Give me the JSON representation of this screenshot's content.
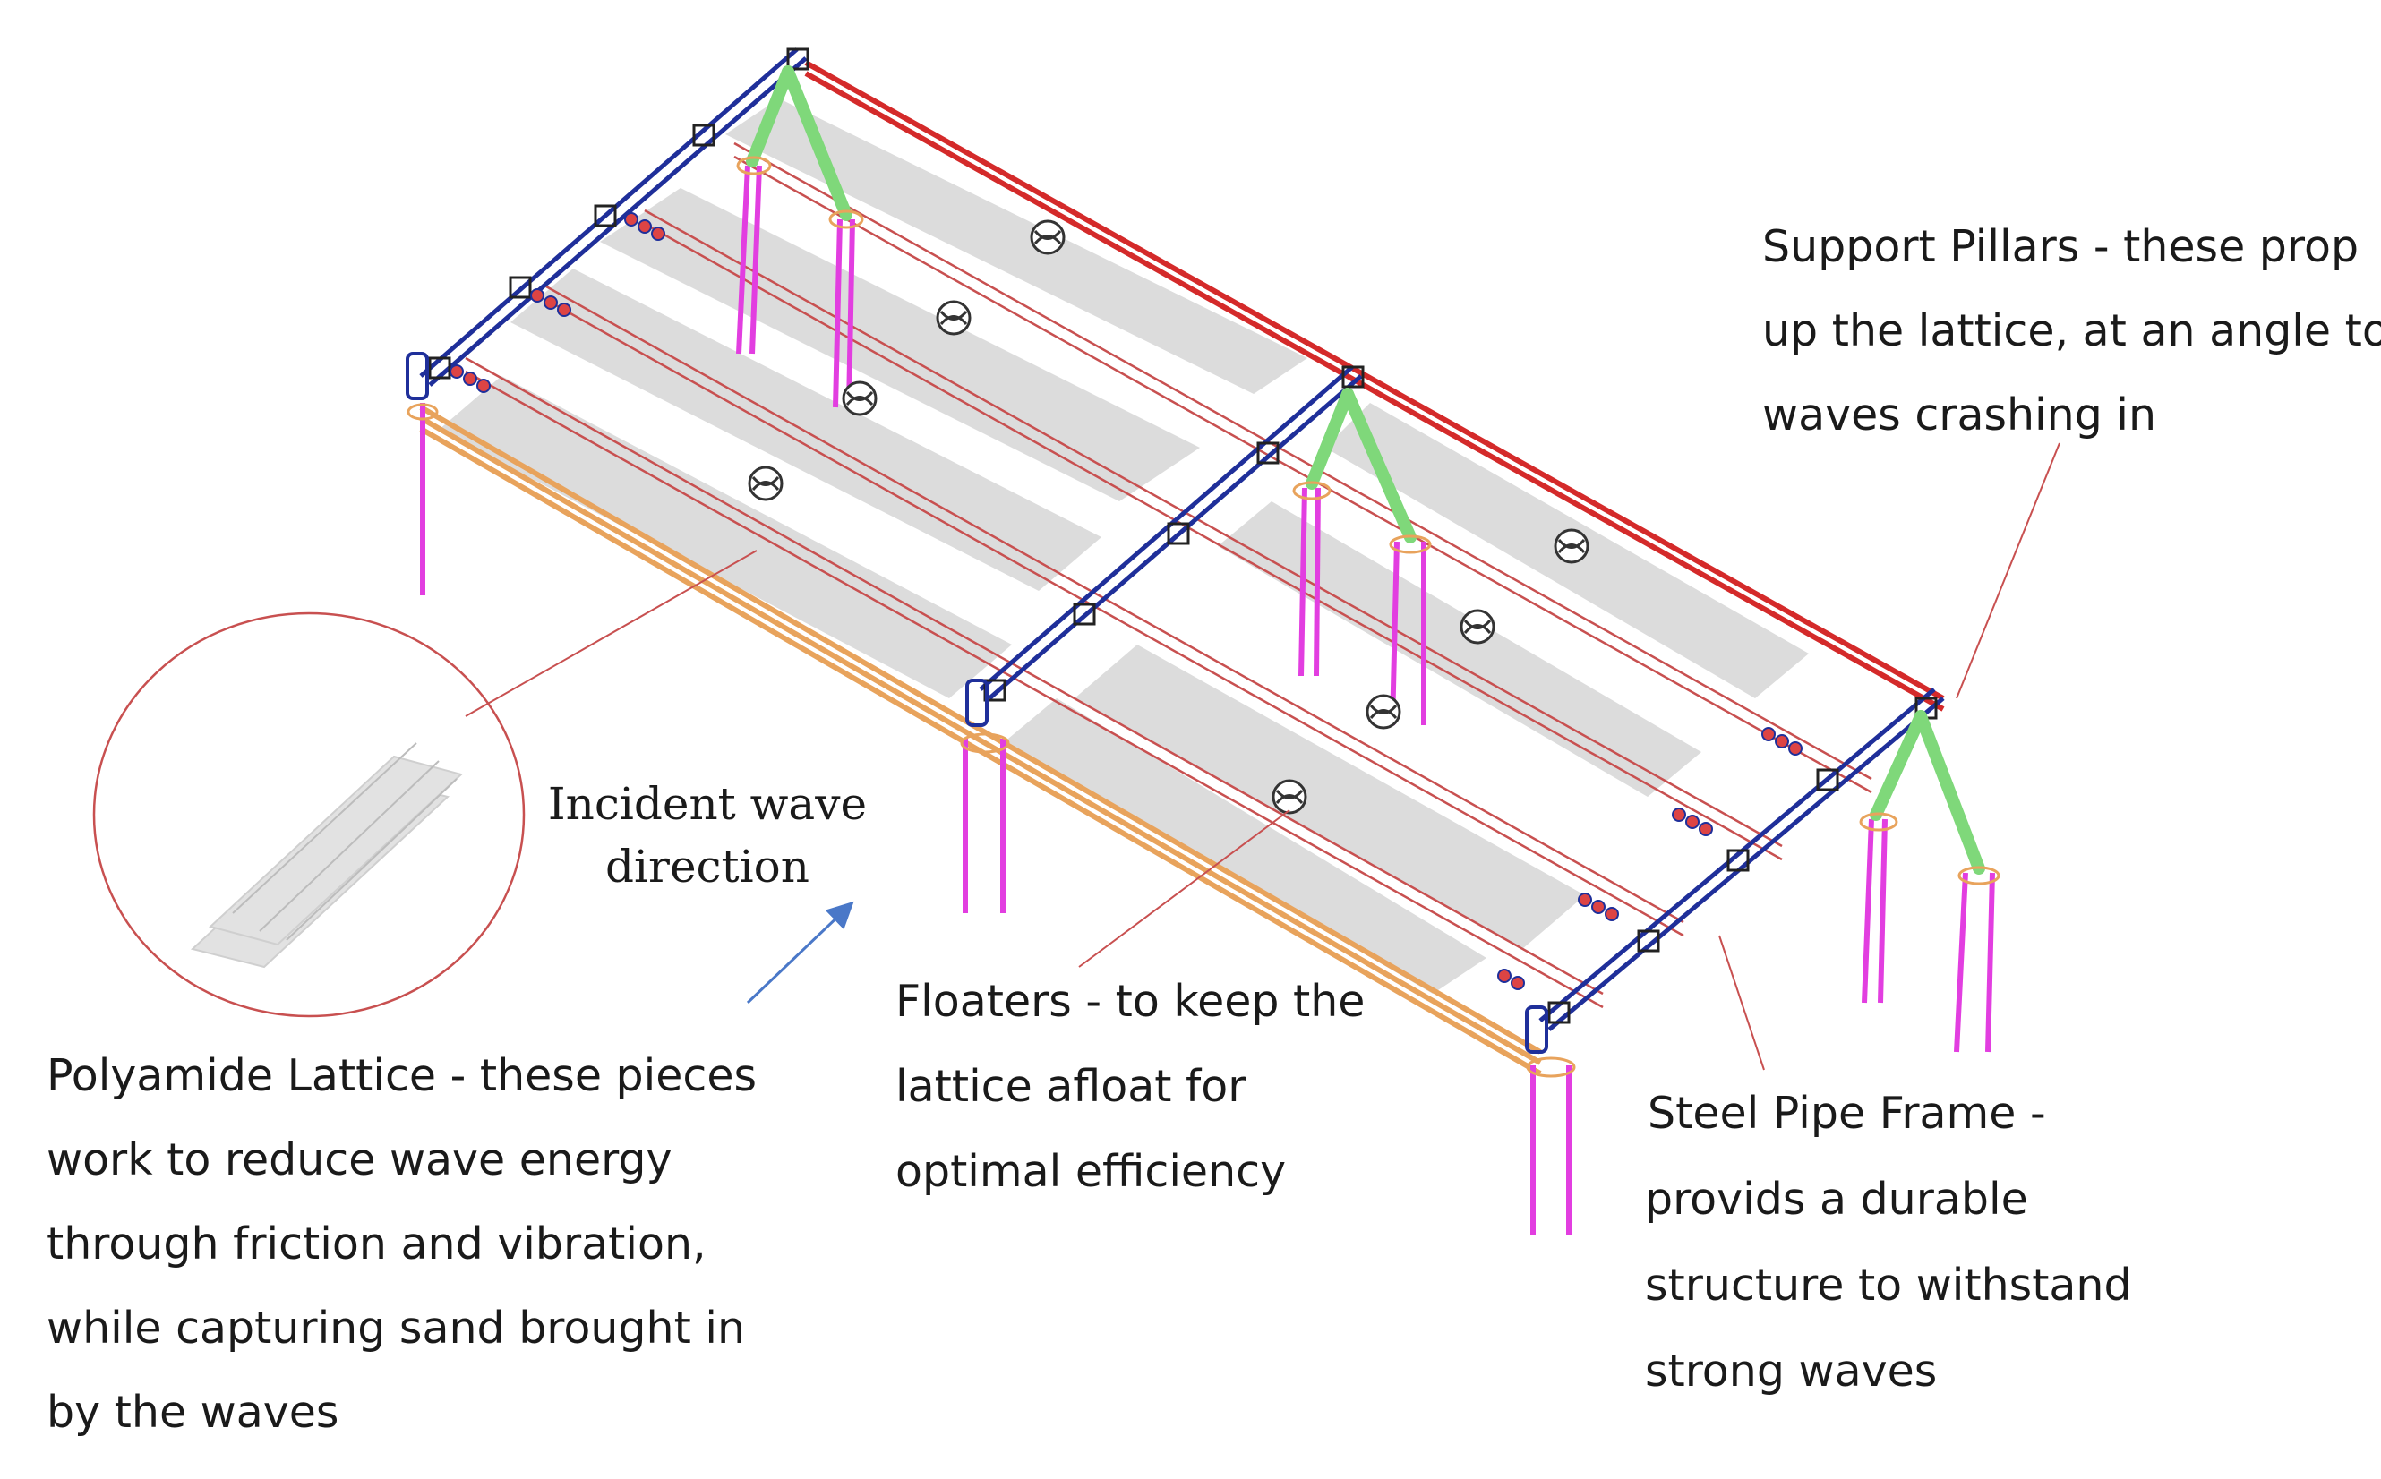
{
  "labels": {
    "support_pillars": [
      "Support Pillars - these prop",
      "up the lattice, at an angle to",
      "waves crashing in"
    ],
    "incident_wave": [
      "Incident wave",
      "direction"
    ],
    "floaters": [
      "Floaters - to keep the",
      "lattice afloat for",
      "optimal efficiency"
    ],
    "lattice": [
      "Polyamide Lattice - these pieces",
      "work to reduce wave energy",
      "through friction and vibration,",
      "while capturing sand brought in",
      "by the waves"
    ],
    "steel_frame": [
      "Steel Pipe Frame -",
      "provids a durable",
      "structure to withstand",
      "strong waves"
    ]
  },
  "colors": {
    "frame_blue": "#1f2f9a",
    "back_rail_red": "#d42a2a",
    "front_rail_orange": "#e8a35c",
    "pillar_magenta": "#e23ee0",
    "brace_green": "#7fd87a",
    "panel_gray": "#dcdcdc",
    "leader_red": "#c85050",
    "arrow_blue": "#4a78c8"
  }
}
